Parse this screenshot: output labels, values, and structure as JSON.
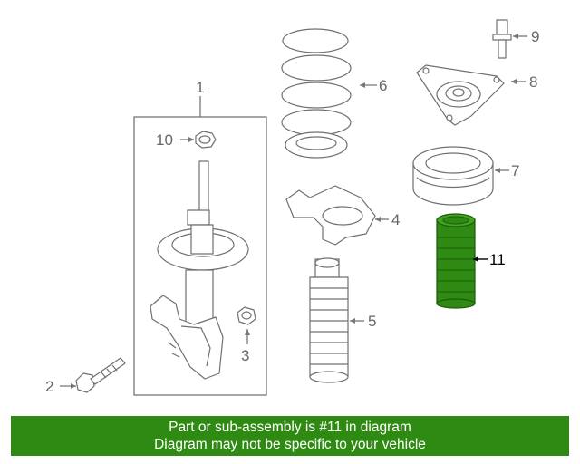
{
  "callouts": {
    "c1": "1",
    "c2": "2",
    "c3": "3",
    "c4": "4",
    "c5": "5",
    "c6": "6",
    "c7": "7",
    "c8": "8",
    "c9": "9",
    "c10": "10",
    "c11": "11"
  },
  "banner": {
    "line1": "Part or sub-assembly is #11 in diagram",
    "line2": "Diagram may not be specific to your vehicle"
  },
  "colors": {
    "highlight": "#2f8a13",
    "banner_bg": "#2f8a13",
    "line": "#707070"
  }
}
